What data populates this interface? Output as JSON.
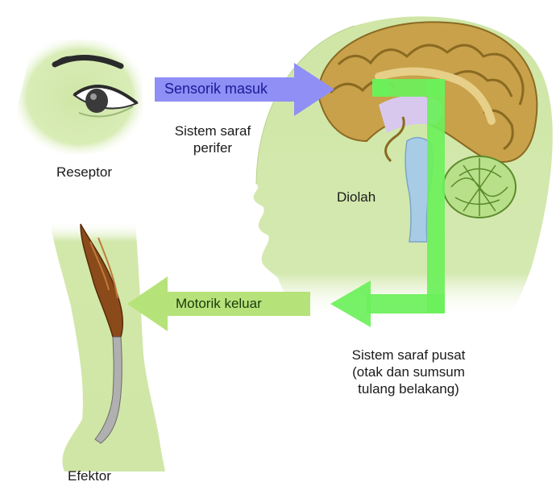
{
  "labels": {
    "receptor": "Reseptor",
    "sensory_in": "Sensorik masuk",
    "peripheral_line1": "Sistem saraf",
    "peripheral_line2": "perifer",
    "processed": "Diolah",
    "motor_out": "Motorik keluar",
    "cns_line1": "Sistem saraf pusat",
    "cns_line2": "(otak dan sumsum",
    "cns_line3": "tulang belakang)",
    "effector": "Efektor"
  },
  "colors": {
    "skin": "#cfe6a6",
    "brain": "#c8a14a",
    "brain_dark": "#8a6a22",
    "sensory_arrow": "#8f8ff5",
    "sensory_text": "#1a1a9a",
    "motor_arrow": "#b6e27a",
    "cns_path": "#6bf05a",
    "muscle": "#8a4a1a",
    "cerebellum": "#b8e08a",
    "ventricle": "#d8c8ee",
    "brainstem": "#a8cce6"
  }
}
